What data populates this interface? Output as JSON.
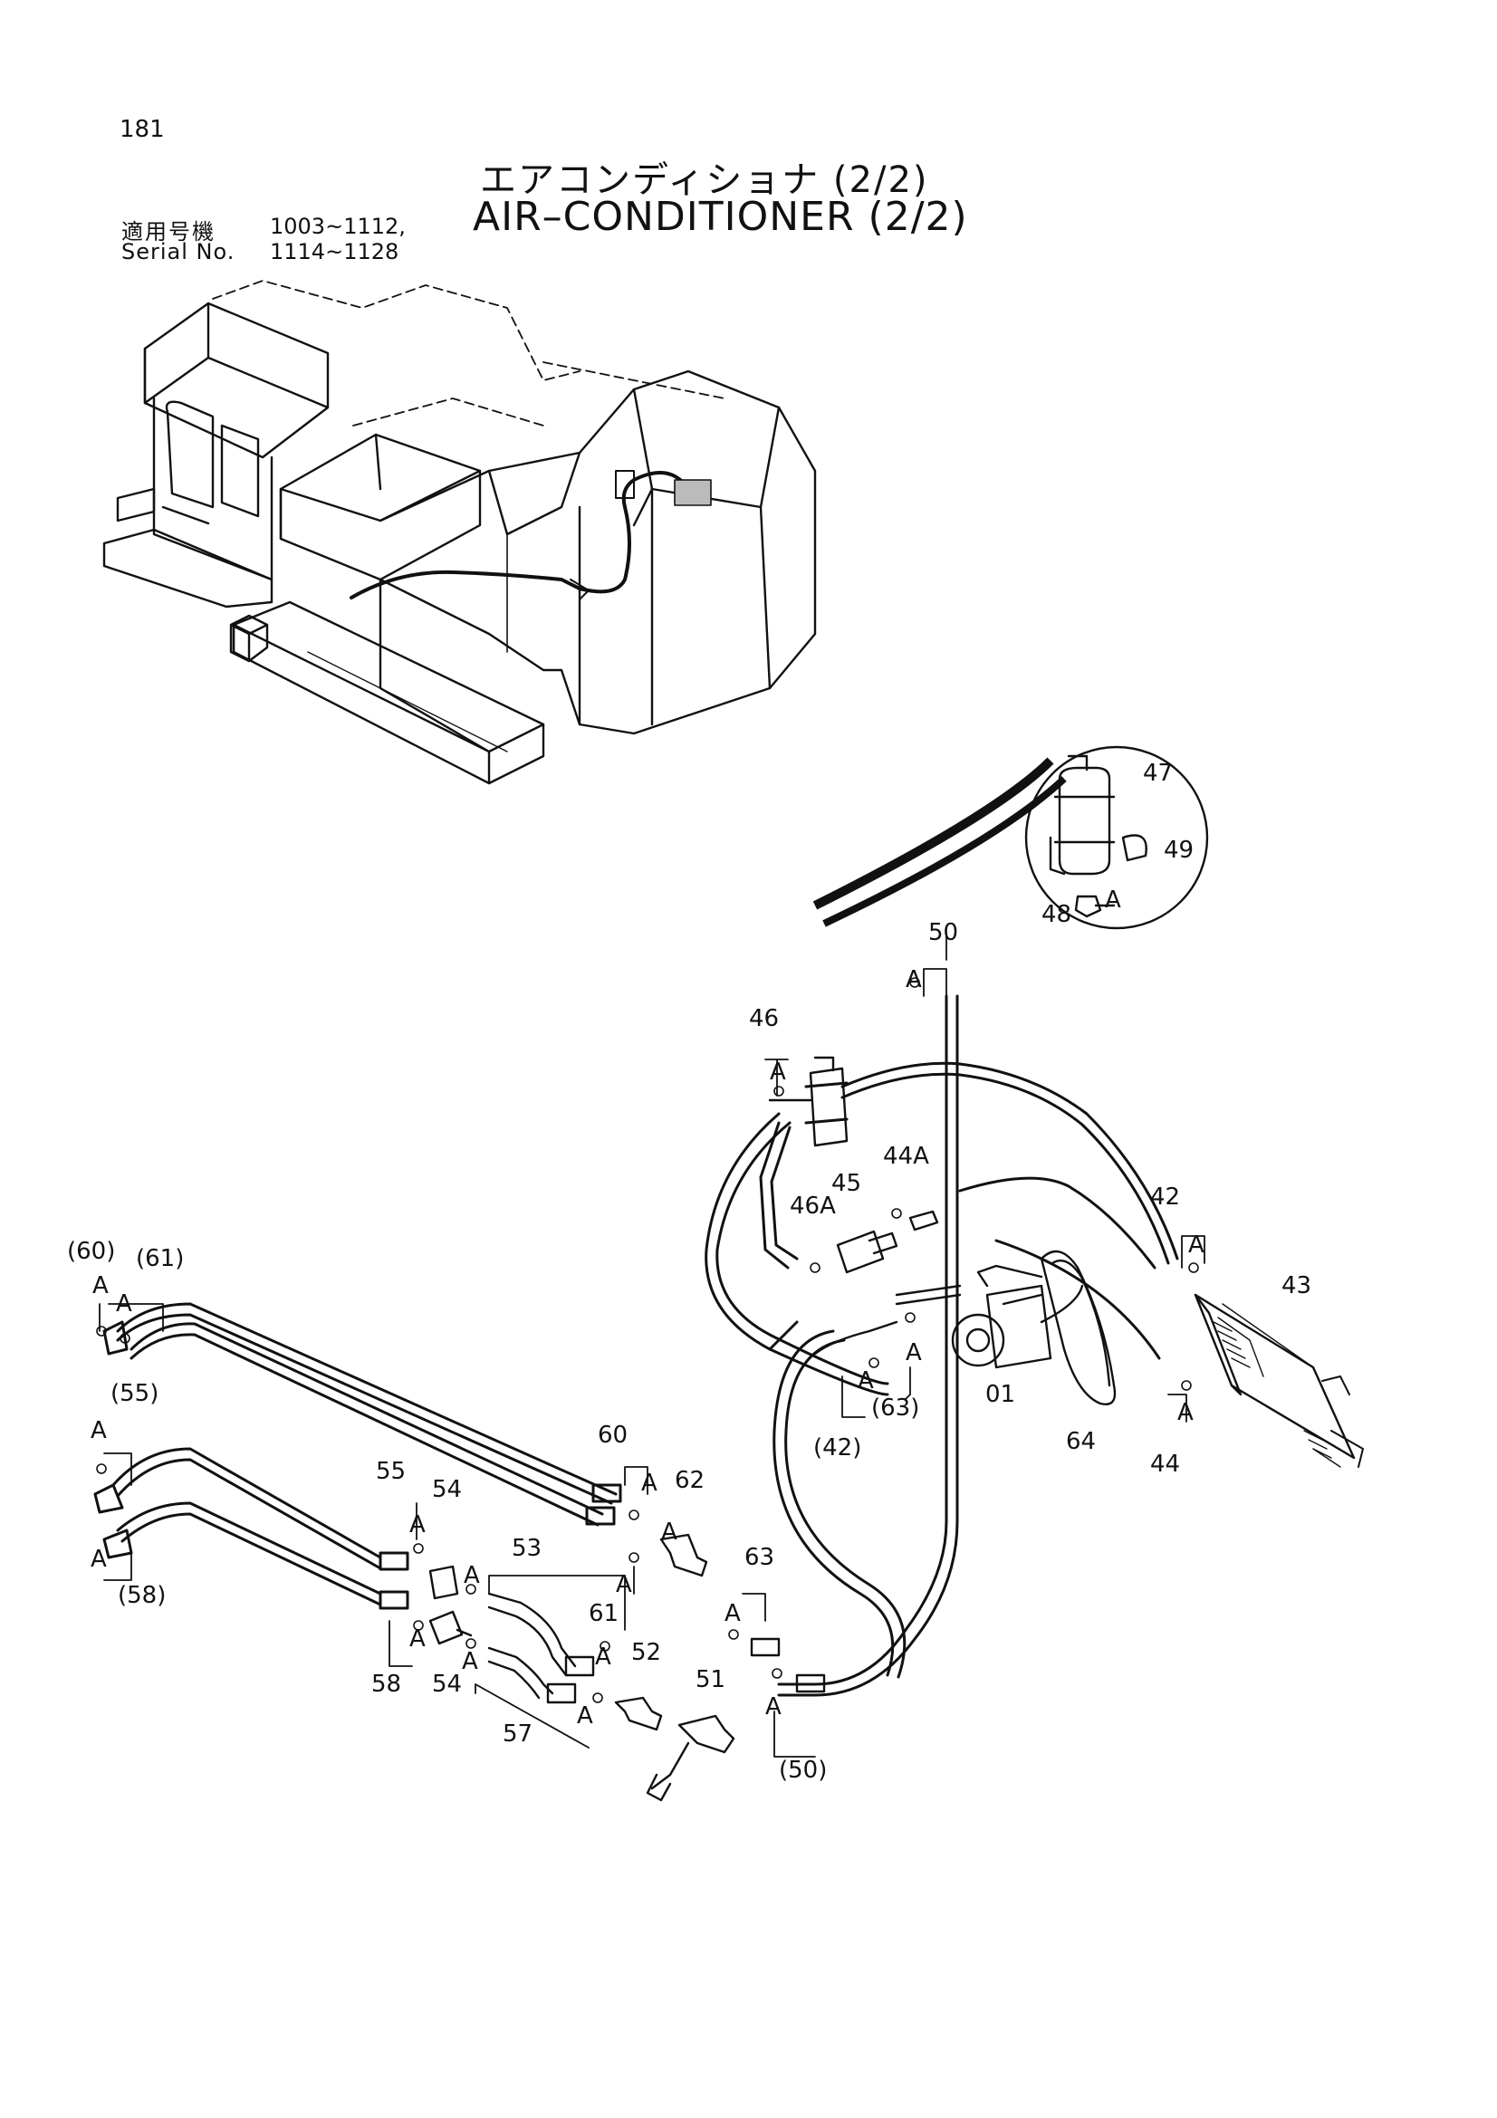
{
  "header": {
    "page_number": "181",
    "title_jp": "エアコンディショナ (2/2)",
    "title_en": "AIR–CONDITIONER (2/2)",
    "serial_label_jp": "適用号機",
    "serial_label_en": "Serial No.",
    "serial_range_1": "1003~1112,",
    "serial_range_2": "1114~1128"
  },
  "callouts": {
    "c47": "47",
    "c49": "49",
    "c48": "48",
    "c50": "50",
    "c46": "46",
    "c46A": "46A",
    "c45": "45",
    "c44A": "44A",
    "c42": "42",
    "c43": "43",
    "c01": "01",
    "c64": "64",
    "c44": "44",
    "c42p": "(42)",
    "c63p": "(63)",
    "c60p": "(60)",
    "c61p": "(61)",
    "c55p": "(55)",
    "c58p": "(58)",
    "c60": "60",
    "c62": "62",
    "c55": "55",
    "c54a": "54",
    "c53": "53",
    "c61": "61",
    "c63": "63",
    "c52": "52",
    "c51": "51",
    "c58": "58",
    "c54b": "54",
    "c57": "57",
    "c50p": "(50)",
    "A": "A"
  }
}
